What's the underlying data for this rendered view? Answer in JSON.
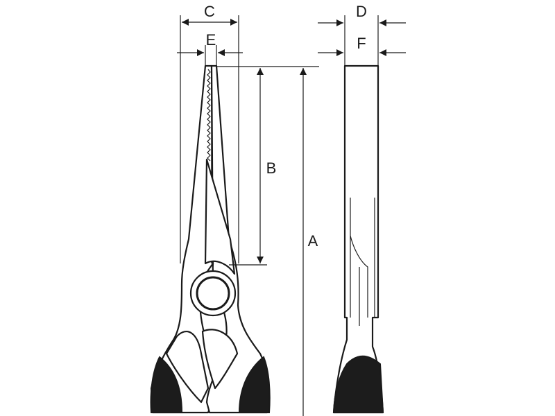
{
  "dimensions": {
    "A": "A",
    "B": "B",
    "C": "C",
    "D": "D",
    "E": "E",
    "F": "F"
  },
  "colors": {
    "line": "#1a1a1a",
    "grip": "#1c1c1c",
    "background": "#ffffff"
  }
}
